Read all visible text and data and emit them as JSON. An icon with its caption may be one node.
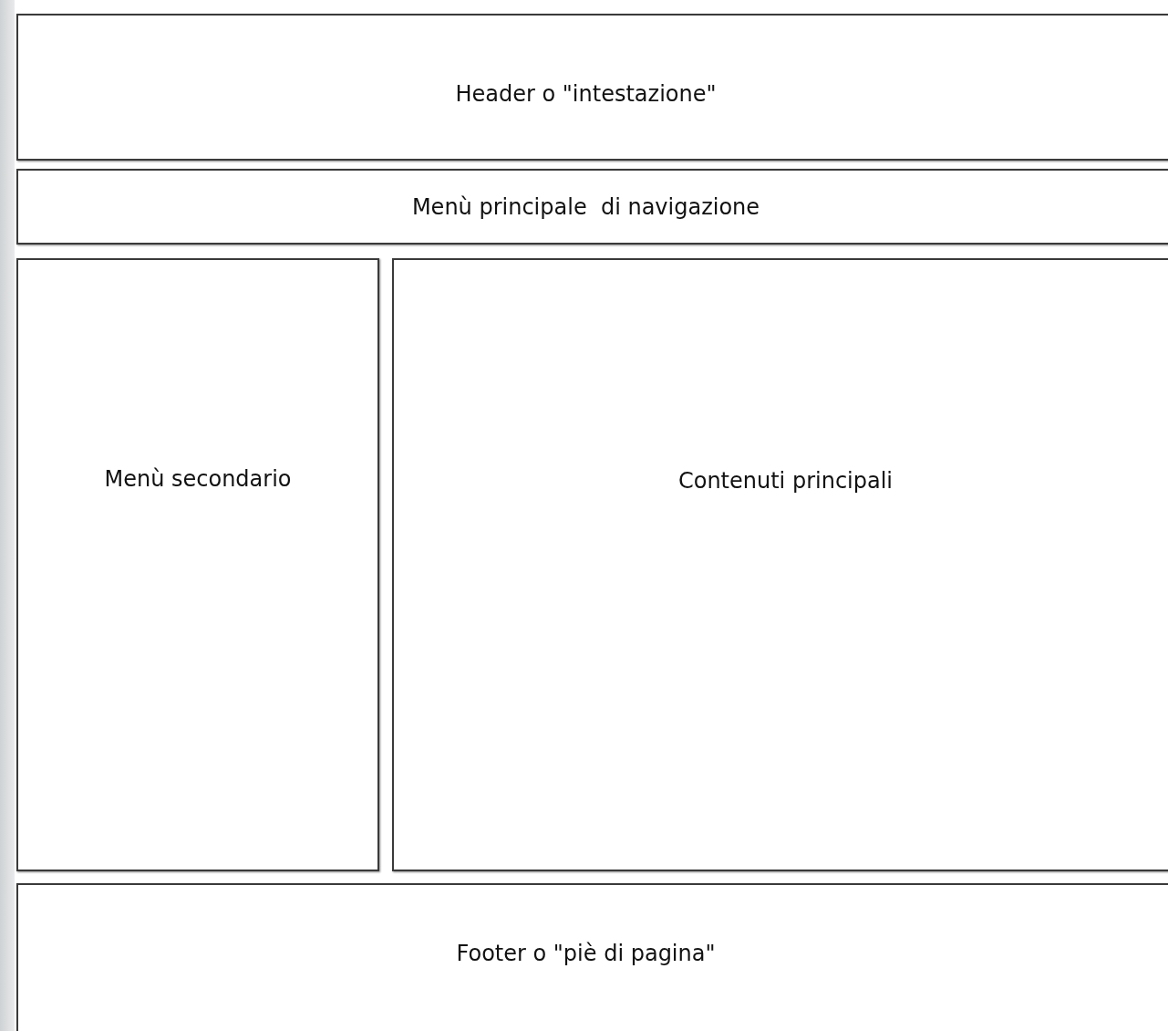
{
  "diagram": {
    "nodes": [
      {
        "text": [
          "Header o \"intestazione\""
        ]
      },
      {
        "text": [
          "Menù principale  di navigazione"
        ]
      },
      {
        "text": [
          "Menù secondario"
        ]
      },
      {
        "text": [
          "Contenuti principali"
        ]
      },
      {
        "text": [
          "Footer o \"piè di pagina\""
        ]
      }
    ]
  }
}
